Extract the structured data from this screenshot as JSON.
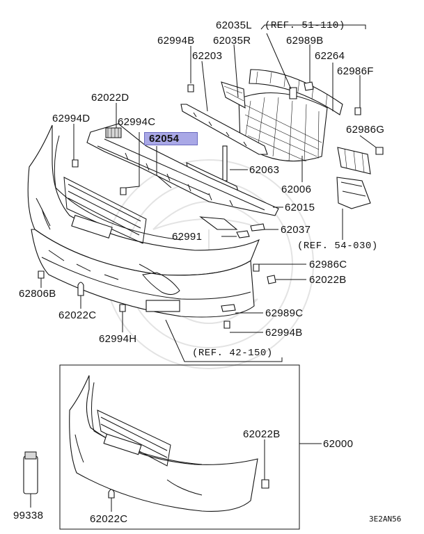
{
  "labels": {
    "p62035L": "62035L",
    "ref51": "(REF. 51-110)",
    "p62994B_top": "62994B",
    "p62035R": "62035R",
    "p62989B": "62989B",
    "p62203": "62203",
    "p62264": "62264",
    "p62986F": "62986F",
    "p62022D": "62022D",
    "p62994D": "62994D",
    "p62994C": "62994C",
    "p62054": "62054",
    "p62986G": "62986G",
    "p62063": "62063",
    "p62006": "62006",
    "p62015": "62015",
    "p62037": "62037",
    "p62991": "62991",
    "ref54": "(REF. 54-030)",
    "p62986C": "62986C",
    "p62022B_mid": "62022B",
    "p62806B": "62806B",
    "p62022C_mid": "62022C",
    "p62989C": "62989C",
    "p62994B_low": "62994B",
    "p62994H": "62994H",
    "ref42": "(REF. 42-150)",
    "p62022B_box": "62022B",
    "p62000": "62000",
    "p99338": "99338",
    "p62022C_box": "62022C",
    "diagram_code": "3E2AN56"
  },
  "colors": {
    "highlight": "#a9a8e6",
    "line": "#111111",
    "paper": "#ffffff"
  }
}
